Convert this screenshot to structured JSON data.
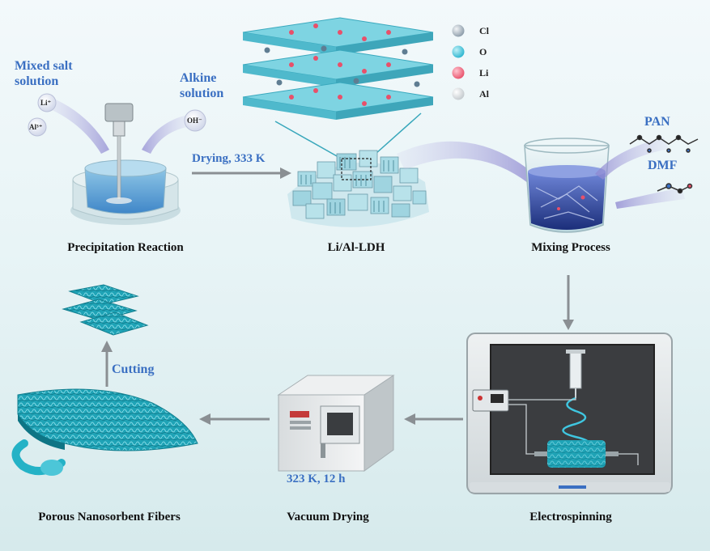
{
  "stages": {
    "precipitation": "Precipitation Reaction",
    "ldh": "Li/Al-LDH",
    "mixing": "Mixing Process",
    "electrospinning": "Electrospinning",
    "vacuum": "Vacuum Drying",
    "fibers": "Porous Nanosorbent Fibers"
  },
  "annotations": {
    "mixed_salt_line1": "Mixed salt",
    "mixed_salt_line2": "solution",
    "alkine_line1": "Alkine",
    "alkine_line2": "solution",
    "drying": "Drying, 333 K",
    "pan": "PAN",
    "dmf": "DMF",
    "cutting": "Cutting",
    "vacuum_condition": "323 K, 12 h"
  },
  "ions": {
    "li": "Li⁺",
    "al": "Al³⁺",
    "oh": "OH⁻"
  },
  "legend": [
    {
      "label": "Cl",
      "color": "#8a9aa8"
    },
    {
      "label": "O",
      "color": "#2bb5cf"
    },
    {
      "label": "Li",
      "color": "#e8506a"
    },
    {
      "label": "Al",
      "color": "#d9dde0"
    }
  ],
  "colors": {
    "accent_blue": "#3a6fc2",
    "ldh_cyan": "#5cc6d6",
    "fiber_teal": "#1fa3b6"
  }
}
